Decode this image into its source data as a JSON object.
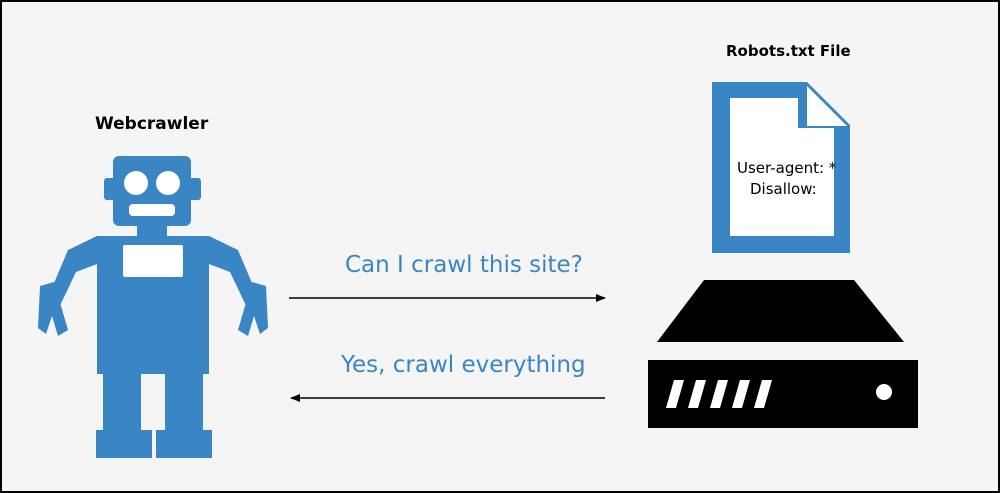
{
  "colors": {
    "accent": "#3a86c5",
    "text": "#000000",
    "server": "#000000",
    "background": "#f5f5f5"
  },
  "crawler": {
    "title": "Webcrawler",
    "icon": "robot-icon"
  },
  "robots_file": {
    "title": "Robots.txt File",
    "icon": "document-icon",
    "lines": [
      "User-agent: *",
      "Disallow:"
    ]
  },
  "server": {
    "icon": "server-icon"
  },
  "messages": {
    "request": "Can I crawl this site?",
    "response": "Yes, crawl everything"
  }
}
